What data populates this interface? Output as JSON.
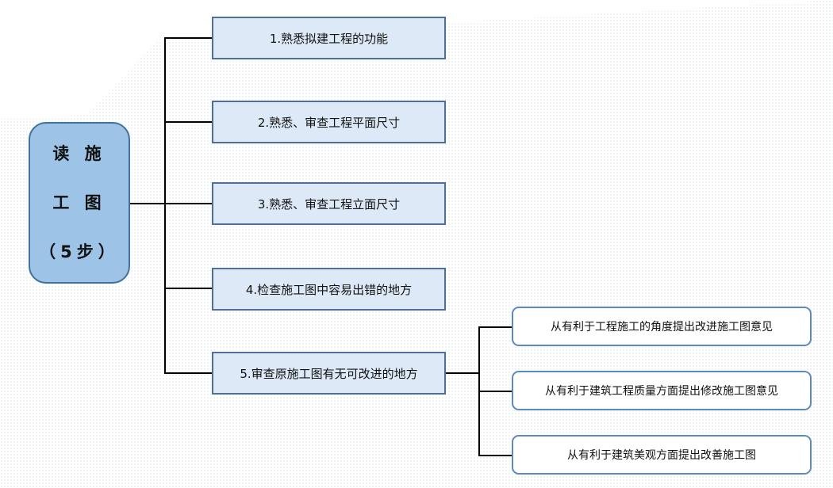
{
  "root": {
    "lines": [
      "读 施",
      "工 图",
      "（5步）"
    ]
  },
  "steps": [
    {
      "label": "1.熟悉拟建工程的功能"
    },
    {
      "label": "2.熟悉、审查工程平面尺寸"
    },
    {
      "label": "3.熟悉、审查工程立面尺寸"
    },
    {
      "label": "4.检查施工图中容易出错的地方"
    },
    {
      "label": "5.审查原施工图有无可改进的地方"
    }
  ],
  "substeps": [
    {
      "label": "从有利于工程施工的角度提出改进施工图意见"
    },
    {
      "label": "从有利于建筑工程质量方面提出修改施工图意见"
    },
    {
      "label": "从有利于建筑美观方面提出改善施工图"
    }
  ],
  "colors": {
    "root_fill": "#9dc3e6",
    "step_fill": "#dde9f6",
    "sub_border": "#5b8ac0"
  }
}
